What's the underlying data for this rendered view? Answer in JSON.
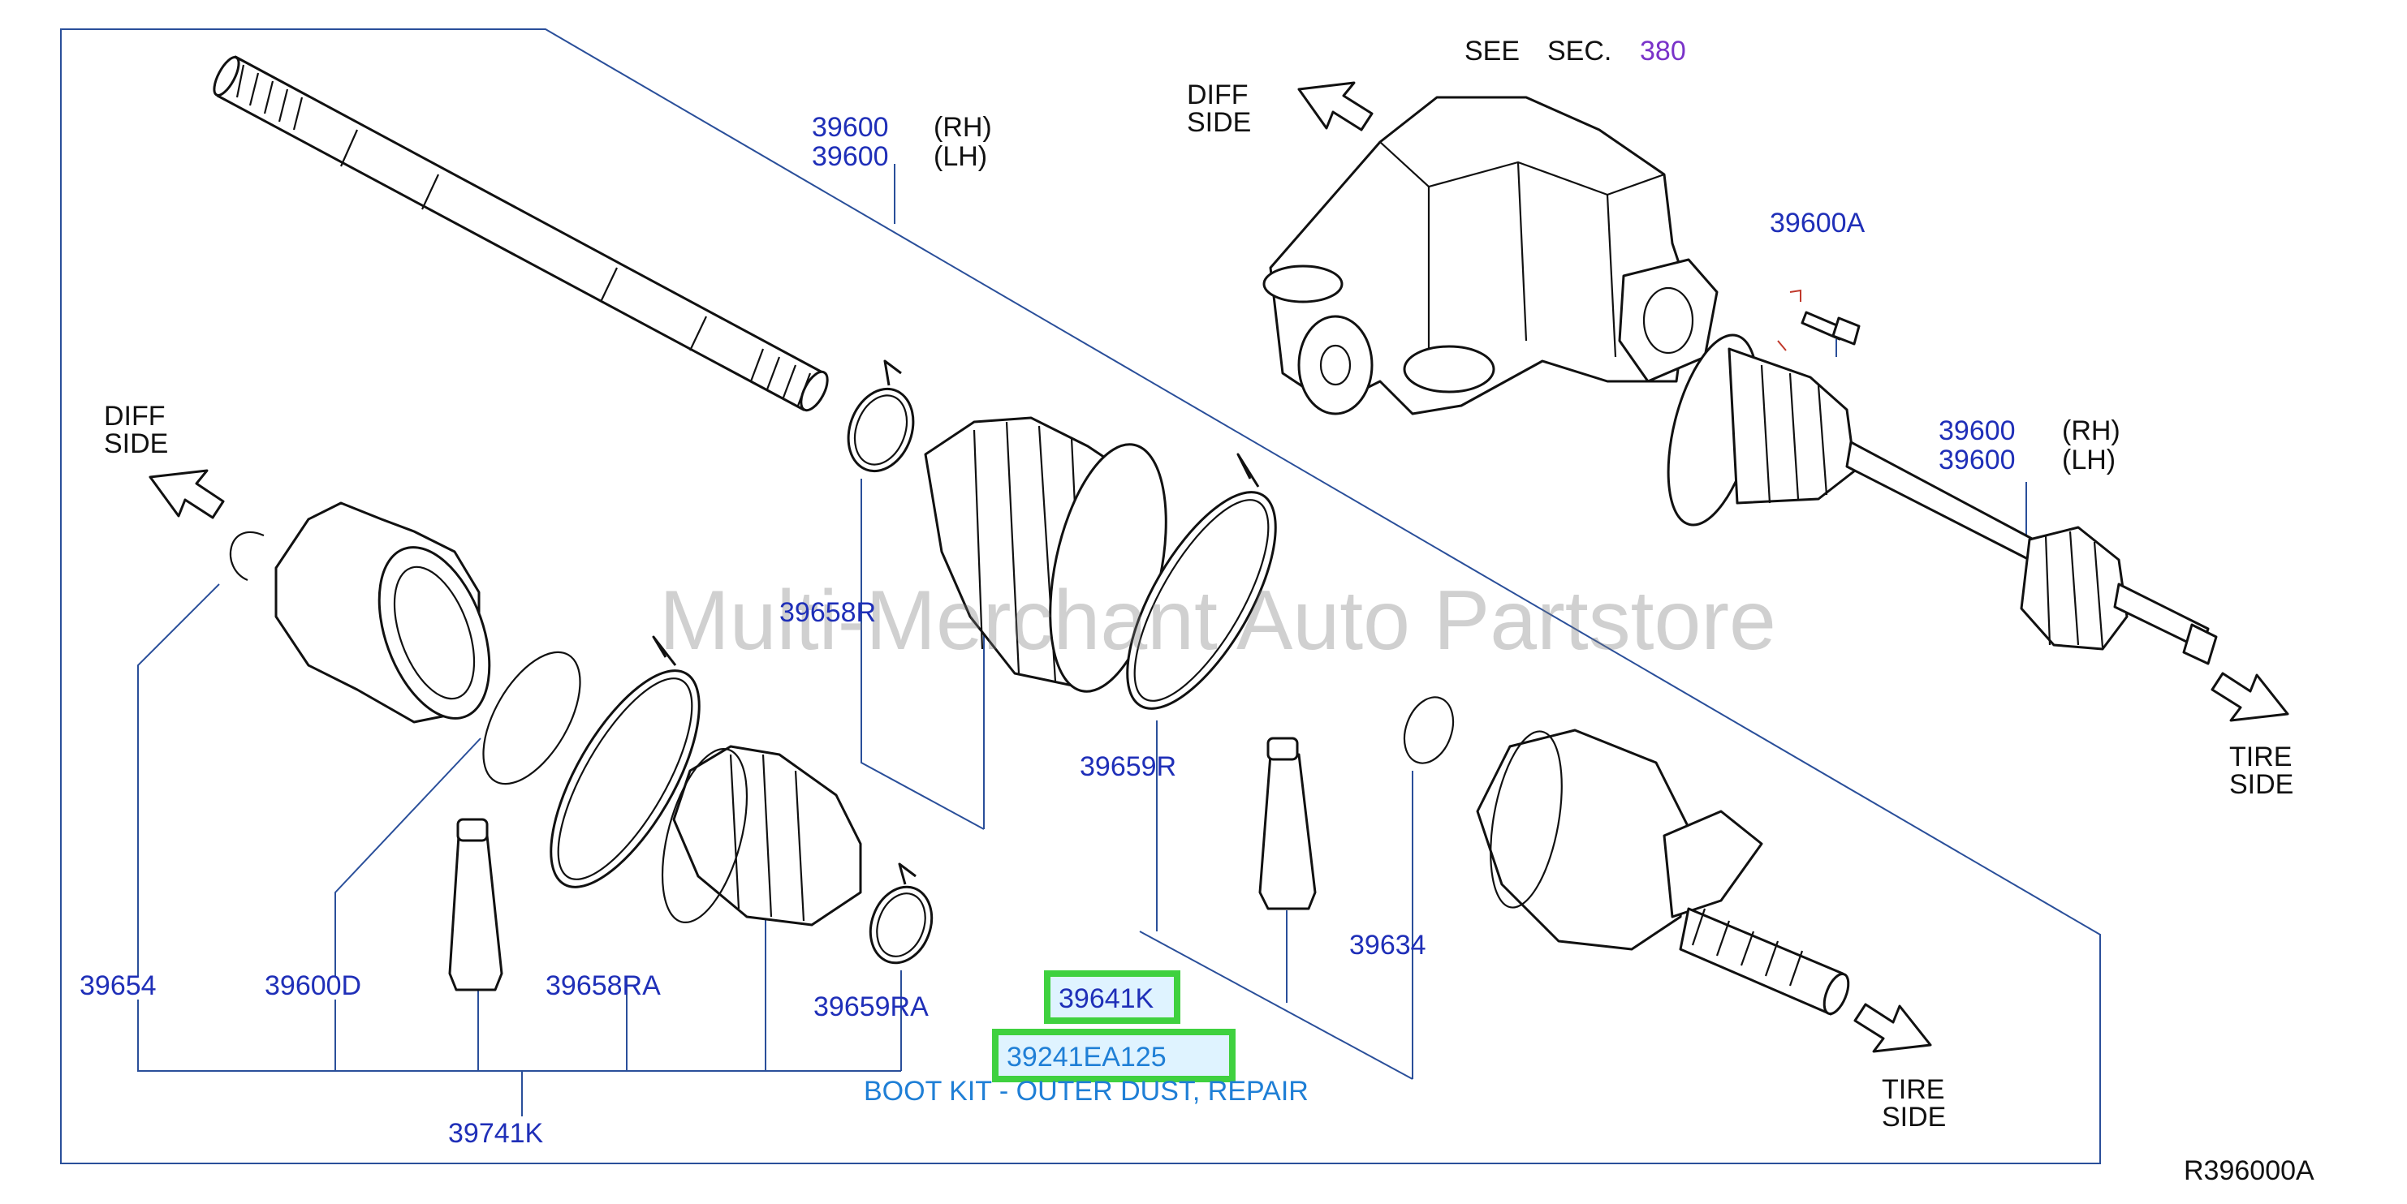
{
  "labels": {
    "see": "SEE",
    "sec": "SEC.",
    "sec_num": "380",
    "diff_top_1": "DIFF",
    "diff_top_2": "SIDE",
    "diff_left_1": "DIFF",
    "diff_left_2": "SIDE",
    "tire_right_1": "TIRE",
    "tire_right_2": "SIDE",
    "tire_bottom_1": "TIRE",
    "tire_bottom_2": "SIDE",
    "shaft_rh_num": "39600",
    "shaft_rh": "(RH)",
    "shaft_lh_num": "39600",
    "shaft_lh": "(LH)",
    "asm_rh_num": "39600",
    "asm_rh": "(RH)",
    "asm_lh_num": "39600",
    "asm_lh": "(LH)",
    "bolt": "39600A",
    "p39658R": "39658R",
    "p39659R": "39659R",
    "p39634": "39634",
    "p39654": "39654",
    "p39600D": "39600D",
    "p39658RA": "39658RA",
    "p39659RA": "39659RA",
    "p39741K": "39741K",
    "p39641K": "39641K",
    "p39241": "39241EA125",
    "boot_kit": "BOOT KIT - OUTER DUST, REPAIR",
    "diagram_code": "R396000A"
  },
  "watermark": "Multi-Merchant Auto Partstore",
  "colors": {
    "part_number": "#1f2fb8",
    "highlight_border": "#3fd13f",
    "highlight_fill": "#dff3ff",
    "kit_text": "#1f7fd6",
    "sec_number": "#7a33c9",
    "leader": "#2a4f9a"
  }
}
